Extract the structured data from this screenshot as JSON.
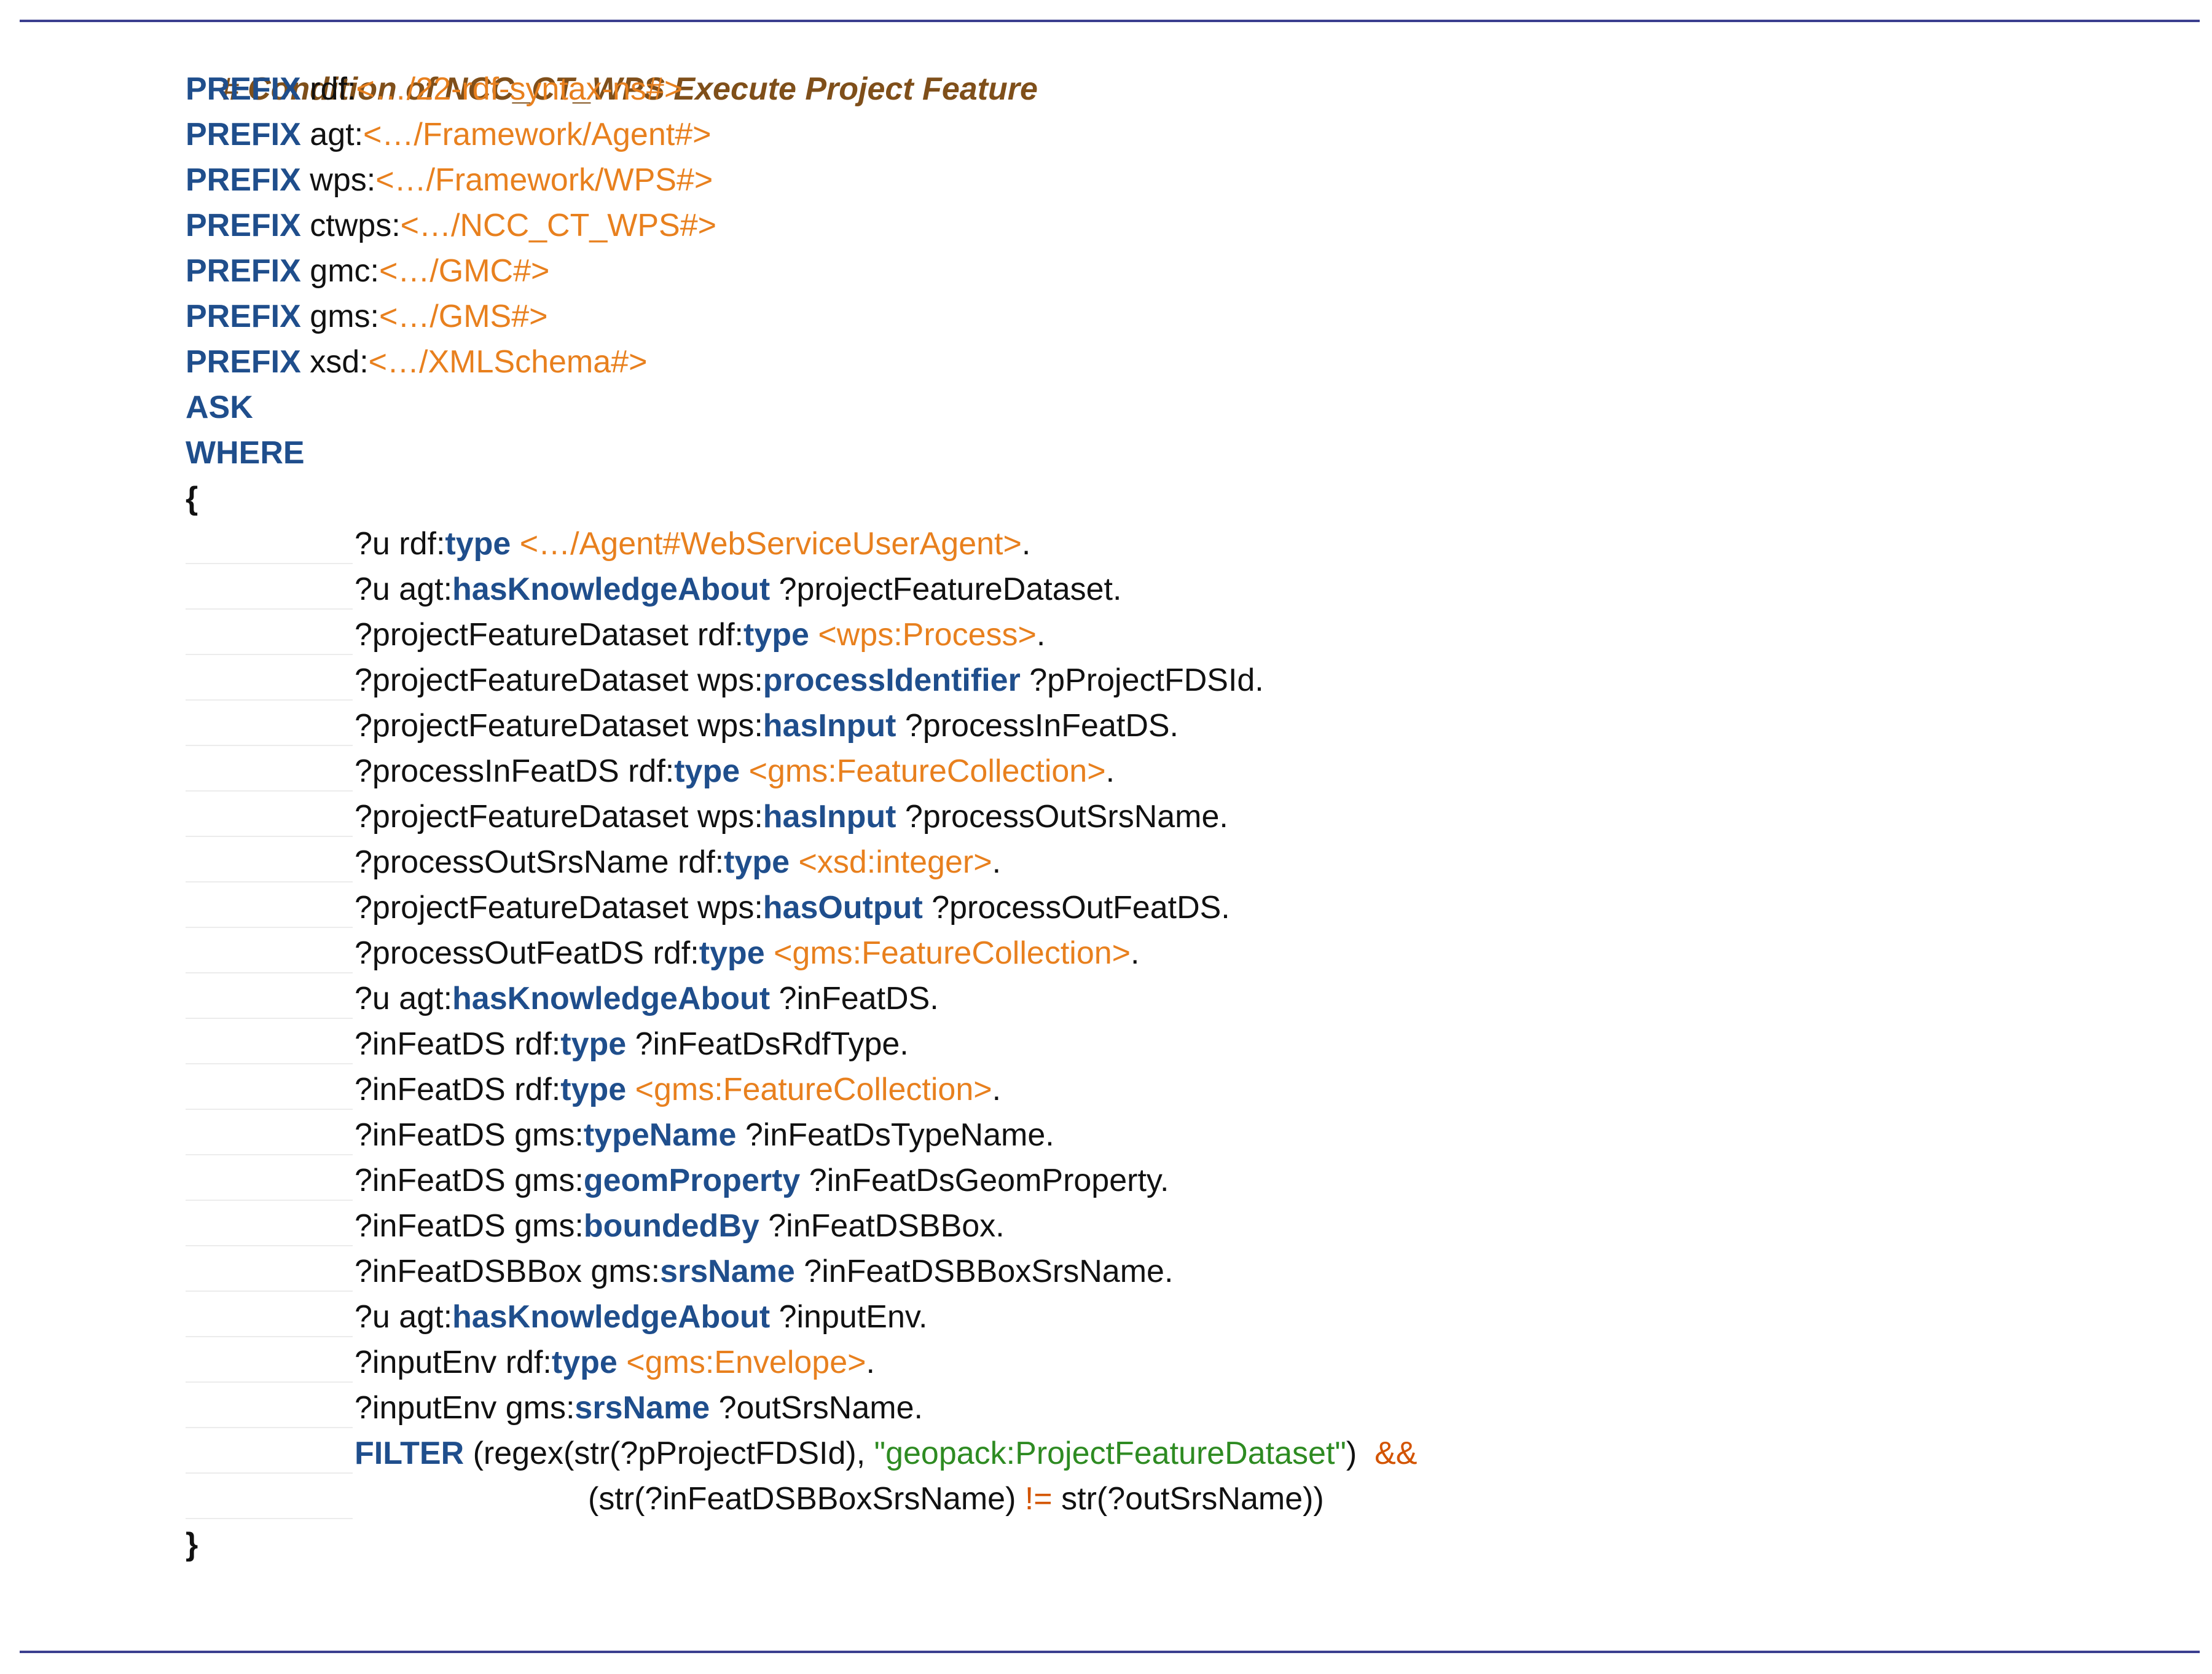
{
  "header_comment": "# Condition of NCC_CT_WPS Execute Project Feature",
  "prefixes": [
    {
      "kw": "PREFIX",
      "name": " rdf:",
      "iri": "<…/22-rdf-syntax-ns#>"
    },
    {
      "kw": "PREFIX",
      "name": " agt:",
      "iri": "<…/Framework/Agent#>"
    },
    {
      "kw": "PREFIX",
      "name": " wps:",
      "iri": "<…/Framework/WPS#>"
    },
    {
      "kw": "PREFIX",
      "name": " ctwps:",
      "iri": "<…/NCC_CT_WPS#>"
    },
    {
      "kw": "PREFIX",
      "name": " gmc:",
      "iri": "<…/GMC#>"
    },
    {
      "kw": "PREFIX",
      "name": " gms:",
      "iri": "<…/GMS#>"
    },
    {
      "kw": "PREFIX",
      "name": " xsd:",
      "iri": "<…/XMLSchema#>"
    }
  ],
  "ask_kw": "ASK",
  "where_kw": "WHERE",
  "open_brace": "{",
  "close_brace": "}",
  "triples": [
    {
      "s": "?u rdf:",
      "p": "type",
      "o": " ",
      "iri": "<…/Agent#WebServiceUserAgent>",
      "end": "."
    },
    {
      "s": "?u agt:",
      "p": "hasKnowledgeAbout",
      "o": " ?projectFeatureDataset.",
      "iri": "",
      "end": ""
    },
    {
      "s": "?projectFeatureDataset rdf:",
      "p": "type",
      "o": " ",
      "iri": "<wps:Process>",
      "end": "."
    },
    {
      "s": "?projectFeatureDataset wps:",
      "p": "processIdentifier",
      "o": " ?pProjectFDSId.",
      "iri": "",
      "end": ""
    },
    {
      "s": "?projectFeatureDataset wps:",
      "p": "hasInput",
      "o": " ?processInFeatDS.",
      "iri": "",
      "end": ""
    },
    {
      "s": "?processInFeatDS rdf:",
      "p": "type",
      "o": " ",
      "iri": "<gms:FeatureCollection>",
      "end": "."
    },
    {
      "s": "?projectFeatureDataset wps:",
      "p": "hasInput",
      "o": " ?processOutSrsName.",
      "iri": "",
      "end": ""
    },
    {
      "s": "?processOutSrsName rdf:",
      "p": "type",
      "o": " ",
      "iri": "<xsd:integer>",
      "end": "."
    },
    {
      "s": "?projectFeatureDataset wps:",
      "p": "hasOutput",
      "o": " ?processOutFeatDS.",
      "iri": "",
      "end": ""
    },
    {
      "s": "?processOutFeatDS rdf:",
      "p": "type",
      "o": " ",
      "iri": "<gms:FeatureCollection>",
      "end": "."
    },
    {
      "s": "?u agt:",
      "p": "hasKnowledgeAbout",
      "o": " ?inFeatDS.",
      "iri": "",
      "end": ""
    },
    {
      "s": "?inFeatDS rdf:",
      "p": "type",
      "o": " ?inFeatDsRdfType.",
      "iri": "",
      "end": ""
    },
    {
      "s": "?inFeatDS rdf:",
      "p": "type",
      "o": " ",
      "iri": "<gms:FeatureCollection>",
      "end": "."
    },
    {
      "s": "?inFeatDS gms:",
      "p": "typeName",
      "o": " ?inFeatDsTypeName.",
      "iri": "",
      "end": ""
    },
    {
      "s": "?inFeatDS gms:",
      "p": "geomProperty",
      "o": " ?inFeatDsGeomProperty.",
      "iri": "",
      "end": ""
    },
    {
      "s": "?inFeatDS gms:",
      "p": "boundedBy",
      "o": " ?inFeatDSBBox.",
      "iri": "",
      "end": ""
    },
    {
      "s": "?inFeatDSBBox gms:",
      "p": "srsName",
      "o": " ?inFeatDSBBoxSrsName.",
      "iri": "",
      "end": ""
    },
    {
      "s": "?u agt:",
      "p": "hasKnowledgeAbout",
      "o": " ?inputEnv.",
      "iri": "",
      "end": ""
    },
    {
      "s": "?inputEnv rdf:",
      "p": "type",
      "o": " ",
      "iri": "<gms:Envelope>",
      "end": "."
    },
    {
      "s": "?inputEnv gms:",
      "p": "srsName",
      "o": " ?outSrsName.",
      "iri": "",
      "end": ""
    }
  ],
  "filter": {
    "kw": "FILTER",
    "part1": " (regex(str(?pProjectFDSId), ",
    "literal": "\"geopack:ProjectFeatureDataset\"",
    "part2": ")  ",
    "and_op": "&&",
    "cont1": "(str(?inFeatDSBBoxSrsName) ",
    "neq_op": "!=",
    "cont2": " str(?outSrsName))"
  }
}
